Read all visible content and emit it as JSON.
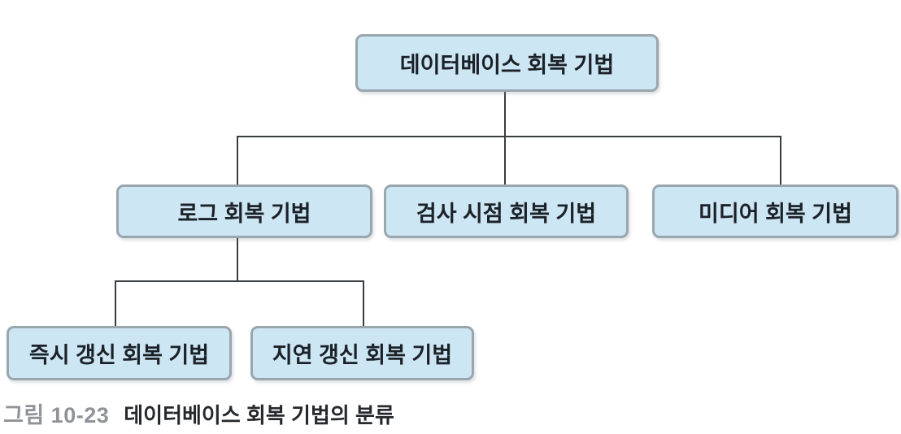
{
  "diagram": {
    "root": {
      "label": "데이터베이스 회복 기법"
    },
    "children": [
      {
        "label": "로그 회복 기법"
      },
      {
        "label": "검사 시점 회복 기법"
      },
      {
        "label": "미디어 회복 기법"
      }
    ],
    "log_children": [
      {
        "label": "즉시 갱신 회복 기법"
      },
      {
        "label": "지연 갱신 회복 기법"
      }
    ]
  },
  "caption": {
    "figure_label": "그림 10-23",
    "text": "데이터베이스 회복 기법의 분류"
  },
  "colors": {
    "node_fill": "#cce6f4",
    "node_border": "#9aa6ad",
    "node_text": "#1c2127",
    "connector": "#3a3d40",
    "caption_label": "#8f9397",
    "caption_text": "#26292c"
  }
}
